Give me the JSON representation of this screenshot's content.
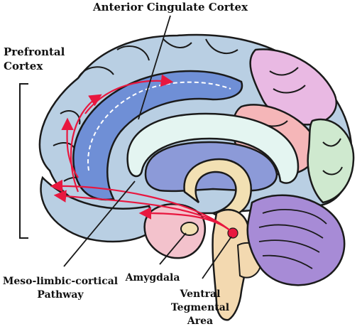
{
  "labels": {
    "acc": "Anterior Cingulate Cortex",
    "pfc_line1": "Prefrontal",
    "pfc_line2": "Cortex",
    "meso_line1": "Meso-limbic-cortical",
    "meso_line2": "Pathway",
    "amygdala": "Amygdala",
    "vta_line1": "Ventral",
    "vta_line2": "Tegmental",
    "vta_line3": "Area"
  },
  "colors": {
    "frontal": "#b9cfe3",
    "cingulate": "#6f8fd6",
    "parietal": "#e9b9e3",
    "occipital": "#f5b6b8",
    "temporal_green": "#cfe9cf",
    "callosum": "#e4f5f1",
    "ventricle": "#8c9ad8",
    "thalamus": "#f2e0b3",
    "brainstem": "#f3d9b0",
    "cerebellum": "#a78bd6",
    "limbic_pink": "#f3c2cc",
    "pathway": "#e8173f",
    "outline": "#1a1a1a"
  }
}
